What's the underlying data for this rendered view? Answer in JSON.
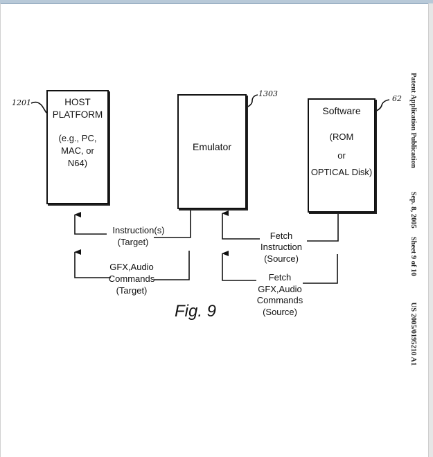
{
  "figure": {
    "caption": "Fig. 9",
    "header": {
      "publication": "Patent Application Publication",
      "date": "Sep. 8, 2005",
      "sheet": "Sheet 9 of 10",
      "number": "US 2005/0195210 A1"
    },
    "boxes": {
      "host": {
        "ref": "1201",
        "title_line1": "HOST",
        "title_line2": "PLATFORM",
        "detail_line1": "(e.g., PC,",
        "detail_line2": "MAC, or",
        "detail_line3": "N64)"
      },
      "emulator": {
        "ref": "1303",
        "title": "Emulator"
      },
      "software": {
        "ref": "62",
        "title": "Software",
        "detail_line1": "(ROM",
        "detail_line2": "or",
        "detail_line3": "OPTICAL Disk)"
      }
    },
    "connections": {
      "instructions_target": [
        "Instruction(s)",
        "(Target)"
      ],
      "gfx_target": [
        "GFX,Audio",
        "Commands",
        "(Target)"
      ],
      "fetch_instruction_source": [
        "Fetch",
        "Instruction",
        "(Source)"
      ],
      "fetch_gfx_source": [
        "Fetch",
        "GFX,Audio",
        "Commands",
        "(Source)"
      ]
    }
  }
}
